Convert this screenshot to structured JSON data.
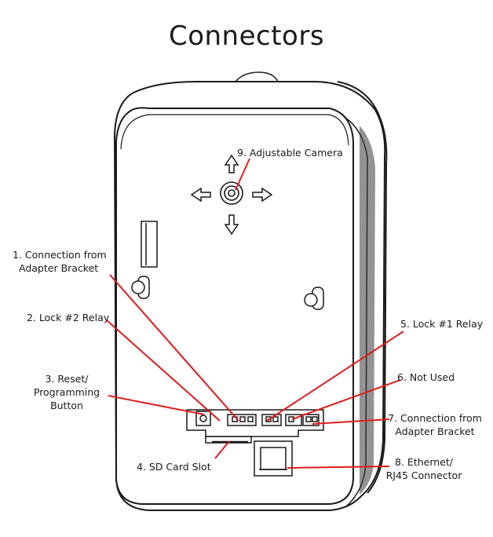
{
  "title": "Connectors",
  "callouts": {
    "c1": {
      "line1": "1. Connection from",
      "line2": "Adapter Bracket"
    },
    "c2": {
      "line1": "2. Lock #2 Relay"
    },
    "c3": {
      "line1": "3. Reset/",
      "line2": "Programming",
      "line3": "Button"
    },
    "c4": {
      "line1": "4. SD Card Slot"
    },
    "c5": {
      "line1": "5. Lock #1 Relay"
    },
    "c6": {
      "line1": "6. Not Used"
    },
    "c7": {
      "line1": "7. Connection from",
      "line2": "Adapter Bracket"
    },
    "c8": {
      "line1": "8. Ethernet/",
      "line2": "RJ45 Connector"
    },
    "c9": {
      "line1": "9. Adjustable Camera"
    }
  },
  "colors": {
    "leader": "#e01b1b",
    "outline": "#1a1a1a",
    "shade": "#cfcfcf"
  }
}
